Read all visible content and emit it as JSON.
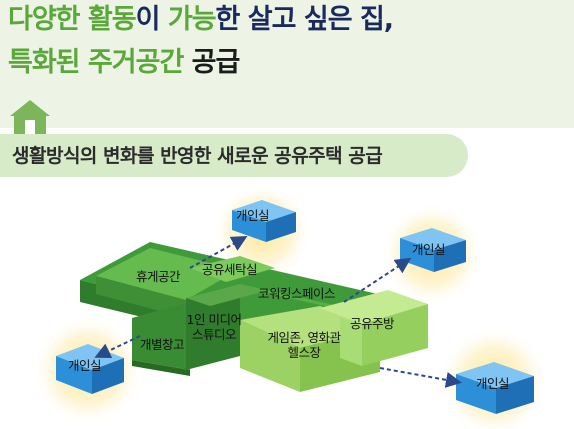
{
  "title": {
    "line1": {
      "part1": "다양한 활동",
      "part2": "이 ",
      "part3": "가능",
      "part4": "한 살고 싶은 집,"
    },
    "line2": {
      "part1": "특화된 주거공간",
      "part2": " 공급"
    }
  },
  "banner": {
    "text": "생활방식의 변화를 반영한 새로운 공유주택 공급"
  },
  "colors": {
    "accent_green": "#5aa73a",
    "navy": "#1a2a5c",
    "box_blue": "#2e8fd9",
    "glow": "#fde58a"
  },
  "diagram": {
    "private_rooms": [
      "개인실",
      "개인실",
      "개인실",
      "개인실"
    ],
    "spaces": {
      "lounge": "휴게공간",
      "laundry": "공유세탁실",
      "coworking": "코워킹스페이스",
      "media_studio_line1": "1인 미디어",
      "media_studio_line2": "스튜디오",
      "storage": "개별창고",
      "shared_kitchen": "공유주방",
      "game_zone_line1": "게임존, 영화관",
      "game_zone_line2": "헬스장"
    }
  }
}
